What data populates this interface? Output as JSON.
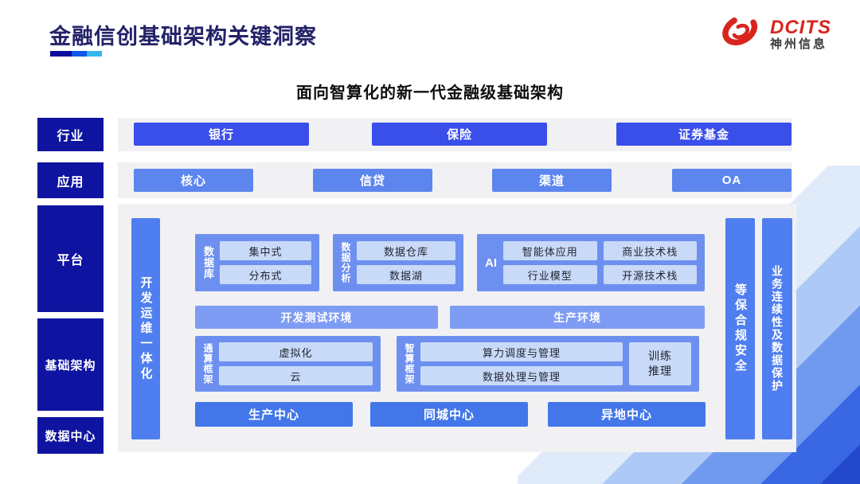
{
  "header": {
    "title": "金融信创基础架构关键洞察",
    "logo": {
      "brand": "DCITS",
      "company": "神州信息"
    }
  },
  "subtitle": "面向智算化的新一代金融级基础架构",
  "sidebar": {
    "items": [
      {
        "label": "行业"
      },
      {
        "label": "应用"
      },
      {
        "label": "平台"
      },
      {
        "label": "基础架构"
      },
      {
        "label": "数据中心"
      }
    ]
  },
  "industry_row": {
    "items": [
      "银行",
      "保险",
      "证券基金"
    ]
  },
  "application_row": {
    "items": [
      "核心",
      "信贷",
      "渠道",
      "OA"
    ]
  },
  "platform": {
    "devops_bar": "开发运维一体化",
    "security_bar": "等保合规安全",
    "continuity_bar": "业务连续性及数据保护",
    "groups": {
      "database": {
        "label": "数据库",
        "items": [
          "集中式",
          "分布式"
        ]
      },
      "analytics": {
        "label": "数据分析",
        "items": [
          "数据仓库",
          "数据湖"
        ]
      },
      "ai": {
        "label": "AI",
        "items": [
          "智能体应用",
          "商业技术栈",
          "行业模型",
          "开源技术栈"
        ]
      }
    },
    "environments": [
      "开发测试环境",
      "生产环境"
    ],
    "frameworks": {
      "general": {
        "label": "通算框架",
        "items": [
          "虚拟化",
          "云"
        ]
      },
      "intelligent": {
        "label": "智算框架",
        "items": [
          "算力调度与管理",
          "数据处理与管理"
        ],
        "side_item_lines": [
          "训练",
          "推理"
        ]
      }
    },
    "centers": [
      "生产中心",
      "同城中心",
      "异地中心"
    ]
  },
  "colors": {
    "sidebar_navy": "#0F14A0",
    "title_navy": "#232268",
    "row1_button_blue": "#3A4EE9",
    "row2_button_blue": "#5C85EE",
    "vertical_bar_blue": "#4F7EF0",
    "group_container_blue": "#6D90F0",
    "chip_light_blue": "#C9D9F8",
    "environment_blue": "#7E9CF3",
    "center_blue": "#4377E9",
    "panel_gray": "#F1F1F3",
    "logo_red": "#D9251D",
    "underline_segments": [
      "#0B0B9E",
      "#0E57E6",
      "#37B6ED"
    ]
  }
}
